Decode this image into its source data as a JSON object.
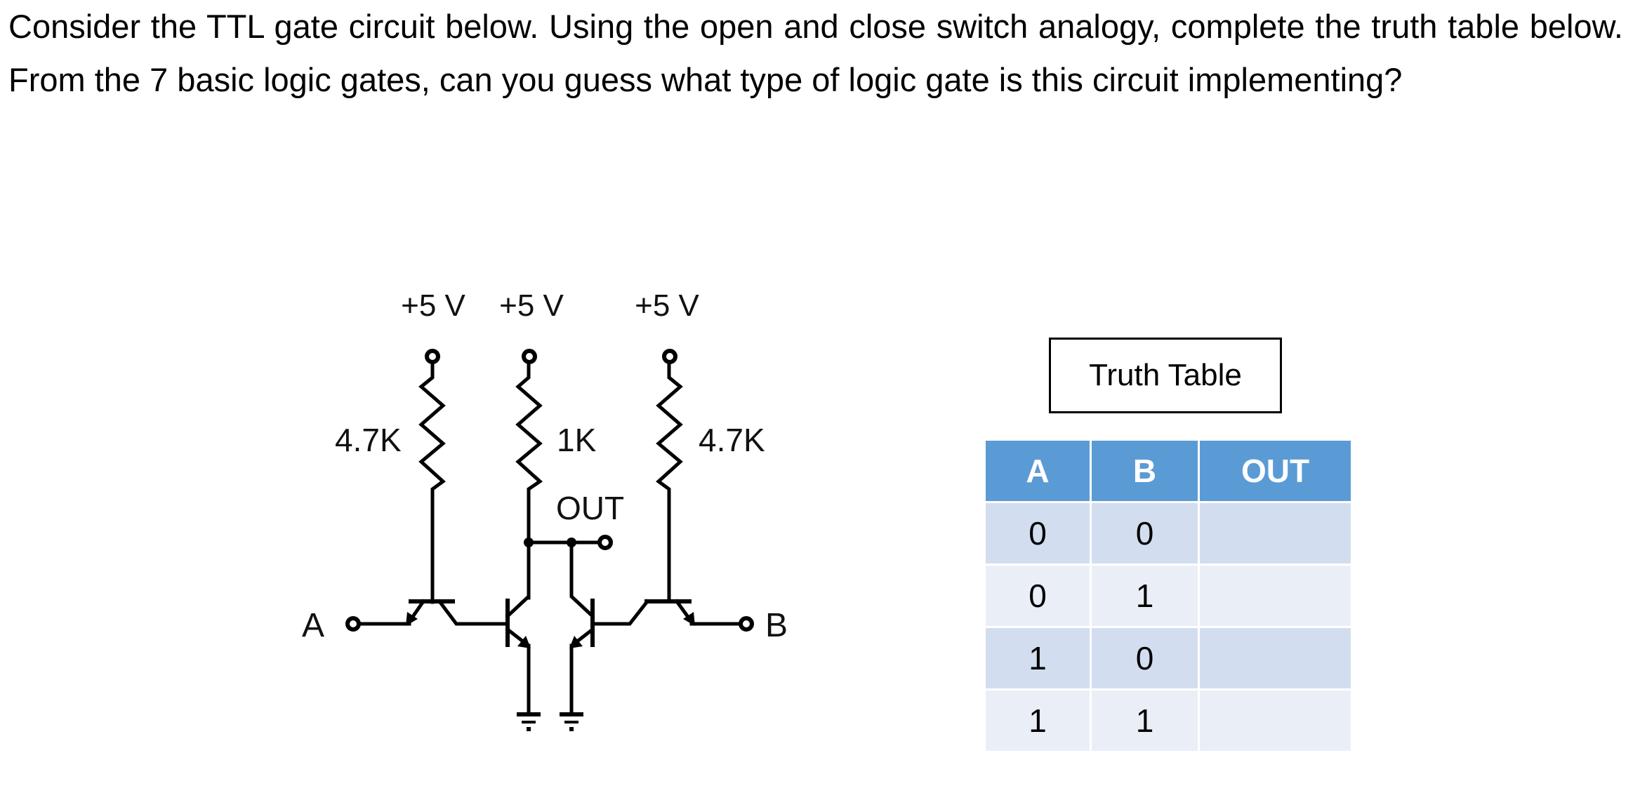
{
  "question": {
    "text": "Consider the TTL gate circuit below. Using the open and close switch analogy, complete the truth table below. From the 7 basic logic gates, can you guess what type of logic gate is this circuit implementing?"
  },
  "circuit": {
    "supply_labels": [
      "+5 V",
      "+5 V",
      "+5 V"
    ],
    "resistor_labels": [
      "4.7K",
      "1K",
      "4.7K"
    ],
    "output_label": "OUT",
    "input_labels": [
      "A",
      "B"
    ],
    "components": {
      "supplies": 3,
      "resistors": [
        "4.7K",
        "1K",
        "4.7K"
      ],
      "transistors": 4,
      "grounds": 2
    }
  },
  "truth_table": {
    "title": "Truth Table",
    "headers": [
      "A",
      "B",
      "OUT"
    ],
    "rows": [
      {
        "A": "0",
        "B": "0",
        "OUT": ""
      },
      {
        "A": "0",
        "B": "1",
        "OUT": ""
      },
      {
        "A": "1",
        "B": "0",
        "OUT": ""
      },
      {
        "A": "1",
        "B": "1",
        "OUT": ""
      }
    ],
    "colors": {
      "header_bg": "#5b9bd5",
      "header_text": "#ffffff",
      "row_dark": "#d2deef",
      "row_light": "#eaeff7"
    }
  }
}
